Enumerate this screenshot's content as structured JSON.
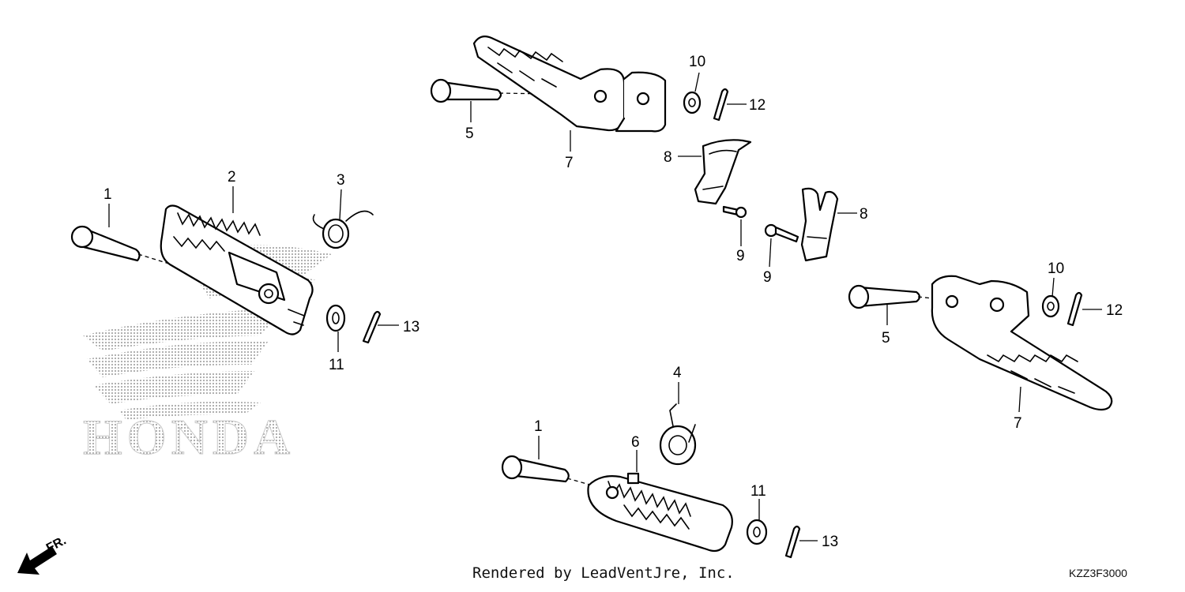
{
  "logo": {
    "text": "HONDA",
    "color": "#b4b4b4"
  },
  "callouts": {
    "c1a": "1",
    "c1b": "1",
    "c2": "2",
    "c3": "3",
    "c4": "4",
    "c5a": "5",
    "c5b": "5",
    "c6": "6",
    "c7a": "7",
    "c7b": "7",
    "c8a": "8",
    "c8b": "8",
    "c9a": "9",
    "c9b": "9",
    "c10a": "10",
    "c10b": "10",
    "c11a": "11",
    "c11b": "11",
    "c12a": "12",
    "c12b": "12",
    "c13a": "13",
    "c13b": "13"
  },
  "direction": {
    "label": "FR.",
    "icon": "front-direction-arrow-icon"
  },
  "footer": {
    "credit": "Rendered by LeadVentJre, Inc.",
    "diagram_code": "KZZ3F3000"
  }
}
